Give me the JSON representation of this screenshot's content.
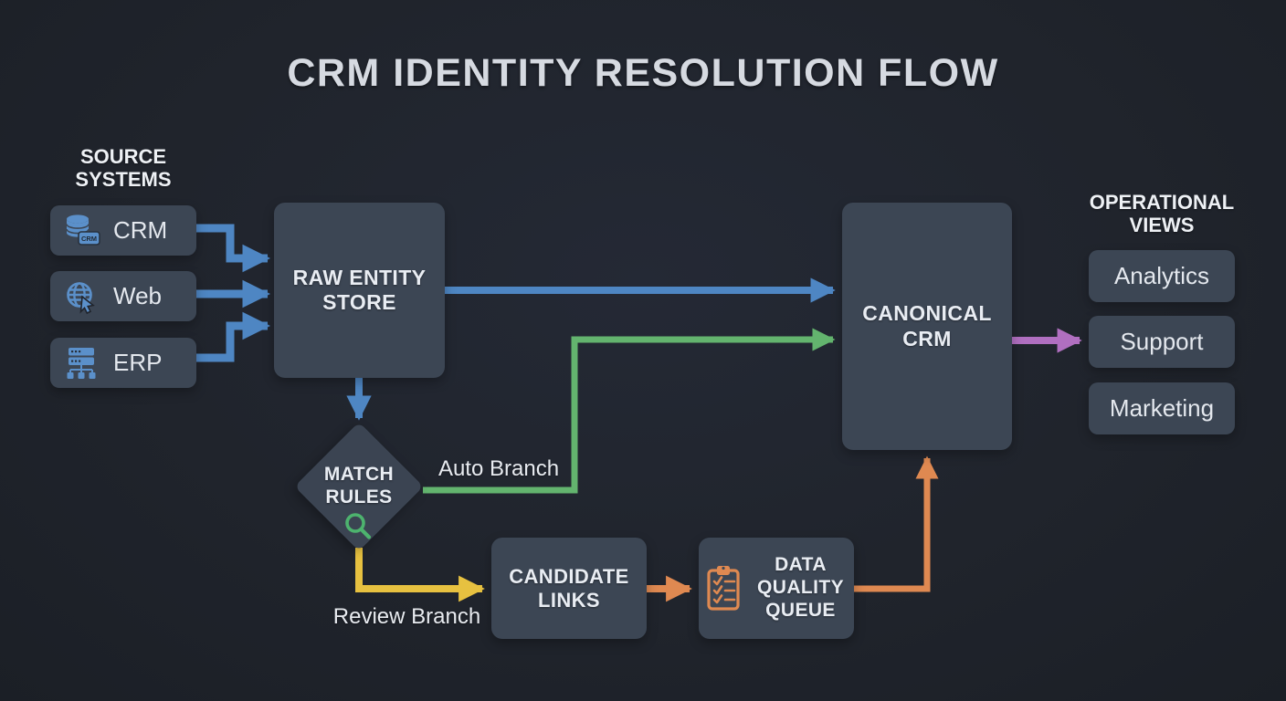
{
  "title": "CRM IDENTITY RESOLUTION FLOW",
  "source_systems": {
    "header": "SOURCE SYSTEMS",
    "items": [
      {
        "label": "CRM",
        "icon": "database-icon",
        "badge": "CRM"
      },
      {
        "label": "Web",
        "icon": "globe-icon"
      },
      {
        "label": "ERP",
        "icon": "server-icon"
      }
    ]
  },
  "nodes": {
    "raw_entity_store": "RAW ENTITY STORE",
    "match_rules": "MATCH RULES",
    "match_rules_icon": "magnifier-icon",
    "candidate_links": "CANDIDATE LINKS",
    "data_quality_queue": "DATA QUALITY QUEUE",
    "data_quality_icon": "clipboard-icon",
    "canonical_crm": "CANONICAL CRM"
  },
  "edges": [
    {
      "from": "CRM",
      "to": "RAW ENTITY STORE",
      "color": "blue"
    },
    {
      "from": "Web",
      "to": "RAW ENTITY STORE",
      "color": "blue"
    },
    {
      "from": "ERP",
      "to": "RAW ENTITY STORE",
      "color": "blue"
    },
    {
      "from": "RAW ENTITY STORE",
      "to": "CANONICAL CRM",
      "color": "blue"
    },
    {
      "from": "RAW ENTITY STORE",
      "to": "MATCH RULES",
      "color": "blue"
    },
    {
      "from": "MATCH RULES",
      "to": "CANONICAL CRM",
      "color": "green",
      "label": "Auto Branch"
    },
    {
      "from": "MATCH RULES",
      "to": "CANDIDATE LINKS",
      "color": "yellow",
      "label": "Review Branch"
    },
    {
      "from": "CANDIDATE LINKS",
      "to": "DATA QUALITY QUEUE",
      "color": "orange"
    },
    {
      "from": "DATA QUALITY QUEUE",
      "to": "CANONICAL CRM",
      "color": "orange"
    },
    {
      "from": "CANONICAL CRM",
      "to": "OPERATIONAL VIEWS",
      "color": "purple"
    }
  ],
  "operational_views": {
    "header": "OPERATIONAL VIEWS",
    "items": [
      {
        "label": "Analytics"
      },
      {
        "label": "Support"
      },
      {
        "label": "Marketing"
      }
    ]
  },
  "colors": {
    "background": "#20242c",
    "box": "#3c4654",
    "blue": "#4e86c3",
    "green": "#63b46e",
    "yellow": "#e7c140",
    "orange": "#df8951",
    "purple": "#b06fc0",
    "icon_blue": "#5b90ca",
    "text": "#e9edf3"
  }
}
